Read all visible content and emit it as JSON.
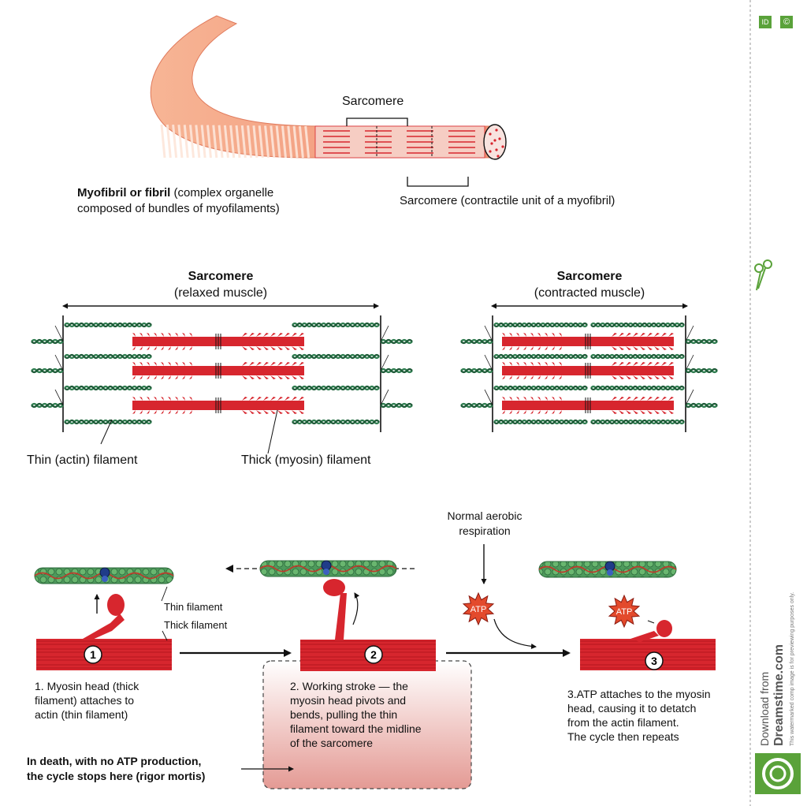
{
  "top": {
    "sarcomere_label": "Sarcomere",
    "myofibril_bold": "Myofibril or fibril",
    "myofibril_rest_1": "(complex organelle",
    "myofibril_rest_2": "composed of bundles of myofilaments)",
    "sarcomere_desc": "Sarcomere (contractile unit of a myofibril)"
  },
  "middle": {
    "relaxed_title": "Sarcomere",
    "relaxed_sub": "(relaxed muscle)",
    "contracted_title": "Sarcomere",
    "contracted_sub": "(contracted muscle)",
    "thin_label": "Thin (actin) filament",
    "thick_label": "Thick (myosin) filament"
  },
  "cycle": {
    "respiration_1": "Normal aerobic",
    "respiration_2": "respiration",
    "atp": "ATP",
    "thin_filament": "Thin filament",
    "thick_filament": "Thick filament",
    "step_numbers": [
      "1",
      "2",
      "3"
    ],
    "step1_lines": [
      "1. Myosin head (thick",
      "filament) attaches to",
      "actin (thin filament)"
    ],
    "step2_lines": [
      "2. Working stroke — the",
      "myosin head pivots and",
      "bends, pulling the thin",
      "filament toward the midline",
      "of the sarcomere"
    ],
    "step3_lines": [
      "3.ATP attaches to the myosin",
      "head, causing it to detatch",
      "from the actin filament.",
      "The cycle then repeats"
    ],
    "death_1": "In death, with no ATP production,",
    "death_2": "the cycle stops here (rigor mortis)"
  },
  "sidebar": {
    "download_from": "Download from",
    "site": "Dreamstime.com",
    "notice": "This watermarked comp image is for previewing purposes only.",
    "badge_id": "ID",
    "badge_c": "©"
  },
  "colors": {
    "muscle_red": "#d7262e",
    "dark_red": "#a8141b",
    "actin_green": "#2e7d4f",
    "fiber_orange": "#f5a782",
    "fade_pink": "#f2c4c0",
    "brand_green": "#5aa23a"
  }
}
